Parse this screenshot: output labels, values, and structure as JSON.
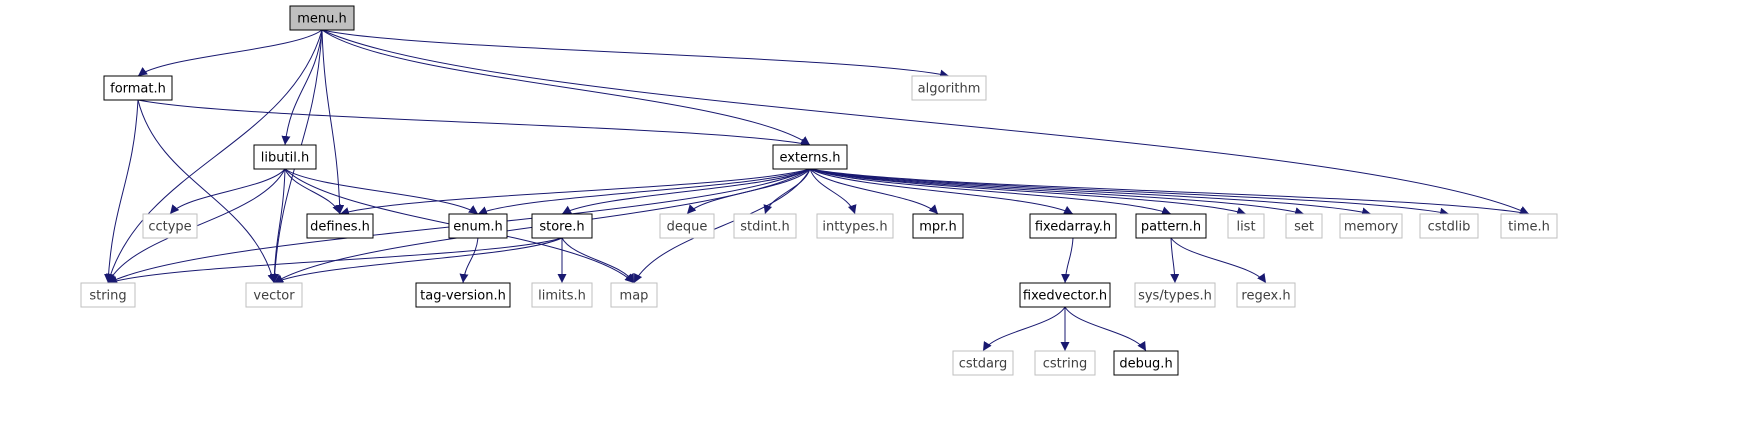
{
  "graph": {
    "colors": {
      "edge": "#191970",
      "current_fill": "#bfbfbf",
      "local_border": "#000000",
      "external_border": "#bfbfbf"
    },
    "nodes": [
      {
        "id": "menu_h",
        "label": "menu.h",
        "kind": "current"
      },
      {
        "id": "format_h",
        "label": "format.h",
        "kind": "local"
      },
      {
        "id": "algorithm",
        "label": "algorithm",
        "kind": "external"
      },
      {
        "id": "libutil_h",
        "label": "libutil.h",
        "kind": "local"
      },
      {
        "id": "externs_h",
        "label": "externs.h",
        "kind": "local"
      },
      {
        "id": "cctype",
        "label": "cctype",
        "kind": "external"
      },
      {
        "id": "defines_h",
        "label": "defines.h",
        "kind": "local"
      },
      {
        "id": "enum_h",
        "label": "enum.h",
        "kind": "local"
      },
      {
        "id": "store_h",
        "label": "store.h",
        "kind": "local"
      },
      {
        "id": "deque",
        "label": "deque",
        "kind": "external"
      },
      {
        "id": "stdint_h",
        "label": "stdint.h",
        "kind": "external"
      },
      {
        "id": "inttypes_h",
        "label": "inttypes.h",
        "kind": "external"
      },
      {
        "id": "mpr_h",
        "label": "mpr.h",
        "kind": "local"
      },
      {
        "id": "fixedarray_h",
        "label": "fixedarray.h",
        "kind": "local"
      },
      {
        "id": "pattern_h",
        "label": "pattern.h",
        "kind": "local"
      },
      {
        "id": "list",
        "label": "list",
        "kind": "external"
      },
      {
        "id": "set",
        "label": "set",
        "kind": "external"
      },
      {
        "id": "memory",
        "label": "memory",
        "kind": "external"
      },
      {
        "id": "cstdlib",
        "label": "cstdlib",
        "kind": "external"
      },
      {
        "id": "time_h",
        "label": "time.h",
        "kind": "external"
      },
      {
        "id": "string",
        "label": "string",
        "kind": "external"
      },
      {
        "id": "vector",
        "label": "vector",
        "kind": "external"
      },
      {
        "id": "tag_version_h",
        "label": "tag-version.h",
        "kind": "local"
      },
      {
        "id": "limits_h",
        "label": "limits.h",
        "kind": "external"
      },
      {
        "id": "map",
        "label": "map",
        "kind": "external"
      },
      {
        "id": "fixedvector_h",
        "label": "fixedvector.h",
        "kind": "local"
      },
      {
        "id": "sys_types_h",
        "label": "sys/types.h",
        "kind": "external"
      },
      {
        "id": "regex_h",
        "label": "regex.h",
        "kind": "external"
      },
      {
        "id": "cstdarg",
        "label": "cstdarg",
        "kind": "external"
      },
      {
        "id": "cstring",
        "label": "cstring",
        "kind": "external"
      },
      {
        "id": "debug_h",
        "label": "debug.h",
        "kind": "local"
      }
    ],
    "edges": [
      [
        "menu_h",
        "format_h"
      ],
      [
        "menu_h",
        "algorithm"
      ],
      [
        "menu_h",
        "libutil_h"
      ],
      [
        "menu_h",
        "externs_h"
      ],
      [
        "menu_h",
        "defines_h"
      ],
      [
        "menu_h",
        "string"
      ],
      [
        "menu_h",
        "vector"
      ],
      [
        "menu_h",
        "time_h"
      ],
      [
        "format_h",
        "externs_h"
      ],
      [
        "format_h",
        "string"
      ],
      [
        "format_h",
        "vector"
      ],
      [
        "libutil_h",
        "cctype"
      ],
      [
        "libutil_h",
        "defines_h"
      ],
      [
        "libutil_h",
        "enum_h"
      ],
      [
        "libutil_h",
        "string"
      ],
      [
        "libutil_h",
        "vector"
      ],
      [
        "libutil_h",
        "map"
      ],
      [
        "externs_h",
        "defines_h"
      ],
      [
        "externs_h",
        "enum_h"
      ],
      [
        "externs_h",
        "store_h"
      ],
      [
        "externs_h",
        "deque"
      ],
      [
        "externs_h",
        "stdint_h"
      ],
      [
        "externs_h",
        "inttypes_h"
      ],
      [
        "externs_h",
        "mpr_h"
      ],
      [
        "externs_h",
        "fixedarray_h"
      ],
      [
        "externs_h",
        "pattern_h"
      ],
      [
        "externs_h",
        "list"
      ],
      [
        "externs_h",
        "set"
      ],
      [
        "externs_h",
        "memory"
      ],
      [
        "externs_h",
        "cstdlib"
      ],
      [
        "externs_h",
        "time_h"
      ],
      [
        "externs_h",
        "string"
      ],
      [
        "externs_h",
        "vector"
      ],
      [
        "externs_h",
        "map"
      ],
      [
        "enum_h",
        "tag_version_h"
      ],
      [
        "store_h",
        "string"
      ],
      [
        "store_h",
        "vector"
      ],
      [
        "store_h",
        "limits_h"
      ],
      [
        "store_h",
        "map"
      ],
      [
        "fixedarray_h",
        "fixedvector_h"
      ],
      [
        "pattern_h",
        "sys_types_h"
      ],
      [
        "pattern_h",
        "regex_h"
      ],
      [
        "fixedvector_h",
        "cstdarg"
      ],
      [
        "fixedvector_h",
        "cstring"
      ],
      [
        "fixedvector_h",
        "debug_h"
      ]
    ]
  }
}
